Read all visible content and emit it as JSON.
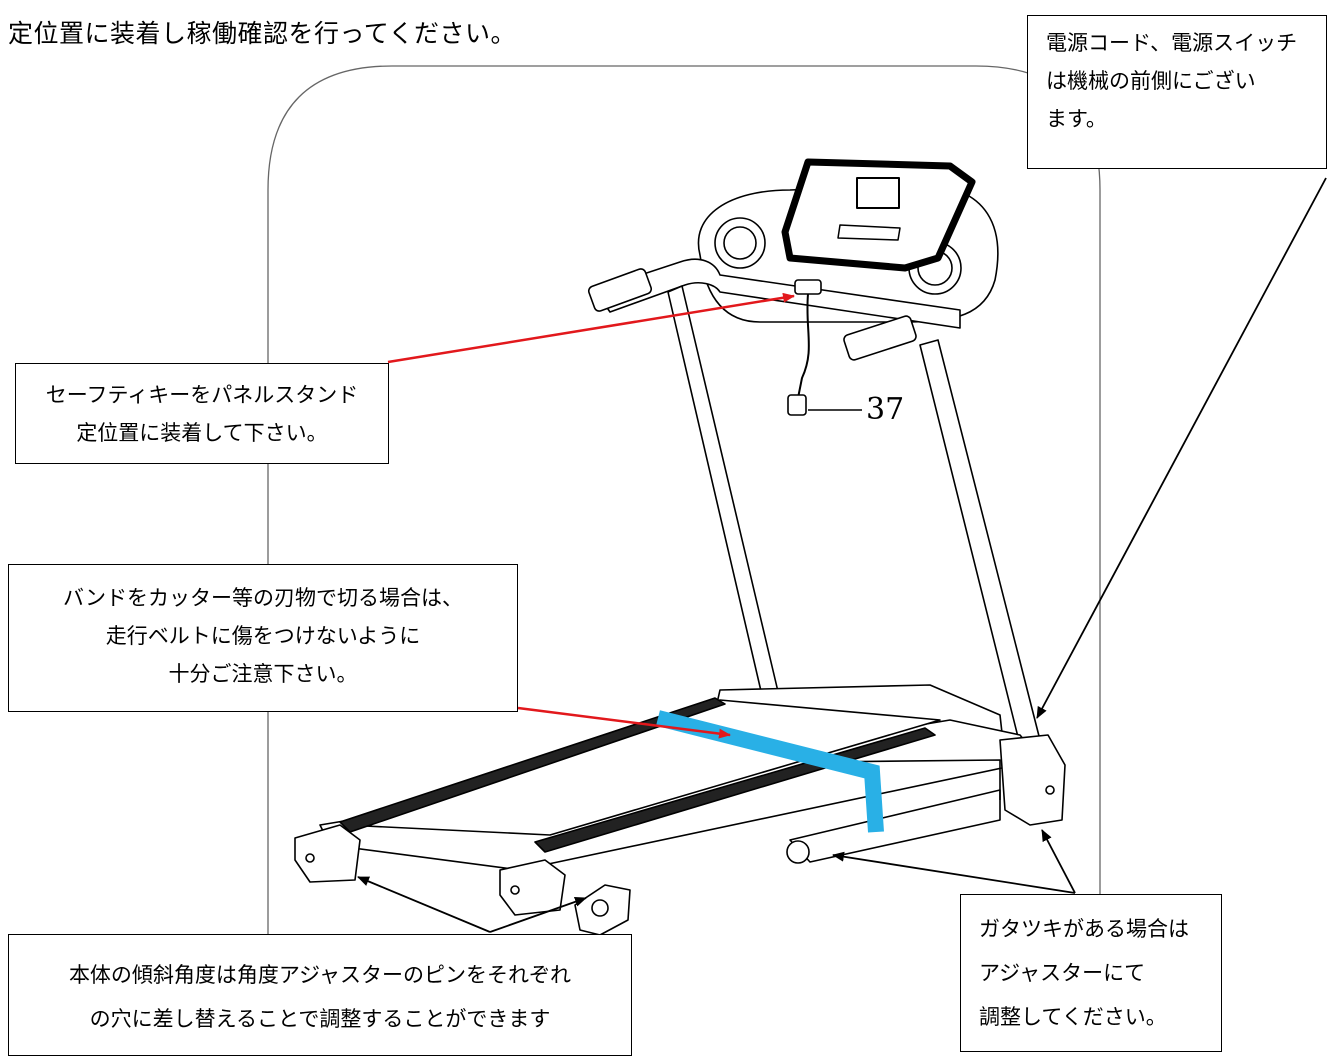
{
  "heading": "定位置に装着し稼働確認を行ってください。",
  "callouts": {
    "power": [
      "電源コード、電源スイッチ",
      "は機械の前側にござい",
      "ます。"
    ],
    "safety_key": [
      "セーフティキーをパネルスタンド",
      "定位置に装着して下さい。"
    ],
    "band": [
      "バンドをカッター等の刃物で切る場合は、",
      "走行ベルトに傷をつけないように",
      "十分ご注意下さい。"
    ],
    "incline": [
      "本体の傾斜角度は角度アジャスターのピンをそれぞれ",
      "の穴に差し替えることで調整することができます"
    ],
    "adjuster": [
      "ガタツキがある場合は",
      "アジャスターにて",
      "調整してください。"
    ]
  },
  "part_number": "37",
  "colors": {
    "band": "#29b0e6",
    "red_arrow": "#e2181c",
    "black_arrow": "#000000"
  }
}
